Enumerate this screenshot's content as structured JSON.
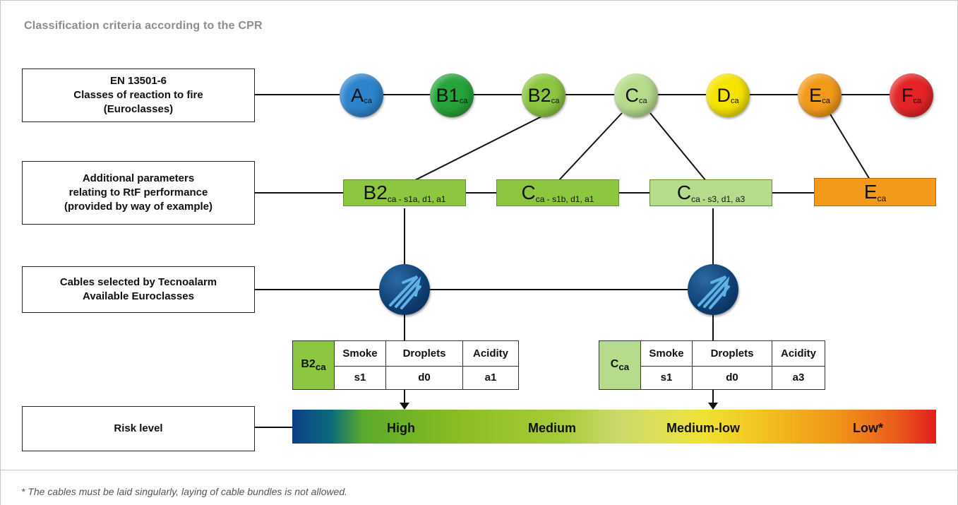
{
  "title": "Classification criteria according to the CPR",
  "rows": {
    "euroclasses": {
      "line1": "EN 13501-6",
      "line2": "Classes of reaction to fire",
      "line3": "(Euroclasses)"
    },
    "additional": {
      "line1": "Additional parameters",
      "line2": "relating to RtF performance",
      "line3": "(provided by way of example)"
    },
    "selected": {
      "line1": "Cables selected by Tecnoalarm",
      "line2": "Available Euroclasses"
    },
    "risk": {
      "line1": "Risk level"
    }
  },
  "classes": [
    {
      "main": "A",
      "sub": "ca",
      "color": "#2d84cc"
    },
    {
      "main": "B1",
      "sub": "ca",
      "color": "#26a33a"
    },
    {
      "main": "B2",
      "sub": "ca",
      "color": "#8dc63f"
    },
    {
      "main": "C",
      "sub": "ca",
      "color": "#b7db8c"
    },
    {
      "main": "D",
      "sub": "ca",
      "color": "#f5e400"
    },
    {
      "main": "E",
      "sub": "ca",
      "color": "#f39a1a"
    },
    {
      "main": "F",
      "sub": "ca",
      "color": "#e42427"
    }
  ],
  "params": [
    {
      "main": "B2",
      "sub": "ca - s1a, d1, a1",
      "color": "#8dc63f"
    },
    {
      "main": "C",
      "sub": "ca - s1b, d1, a1",
      "color": "#8dc63f"
    },
    {
      "main": "C",
      "sub": "ca - s3, d1, a3",
      "color": "#b7db8c"
    },
    {
      "main": "E",
      "sub": "ca",
      "color": "#f39a1a"
    }
  ],
  "tables": [
    {
      "cls_main": "B2",
      "cls_sub": "ca",
      "cls_color": "#8dc63f",
      "headers": [
        "Smoke",
        "Droplets",
        "Acidity"
      ],
      "values": [
        "s1",
        "d0",
        "a1"
      ]
    },
    {
      "cls_main": "C",
      "cls_sub": "ca",
      "cls_color": "#b7db8c",
      "headers": [
        "Smoke",
        "Droplets",
        "Acidity"
      ],
      "values": [
        "s1",
        "d0",
        "a3"
      ]
    }
  ],
  "risk_levels": [
    "High",
    "Medium",
    "Medium-low",
    "Low*"
  ],
  "logo_icon": "tecnoalarm-logo-icon",
  "footnote": "* The cables must be laid singularly, laying of cable bundles is not allowed."
}
